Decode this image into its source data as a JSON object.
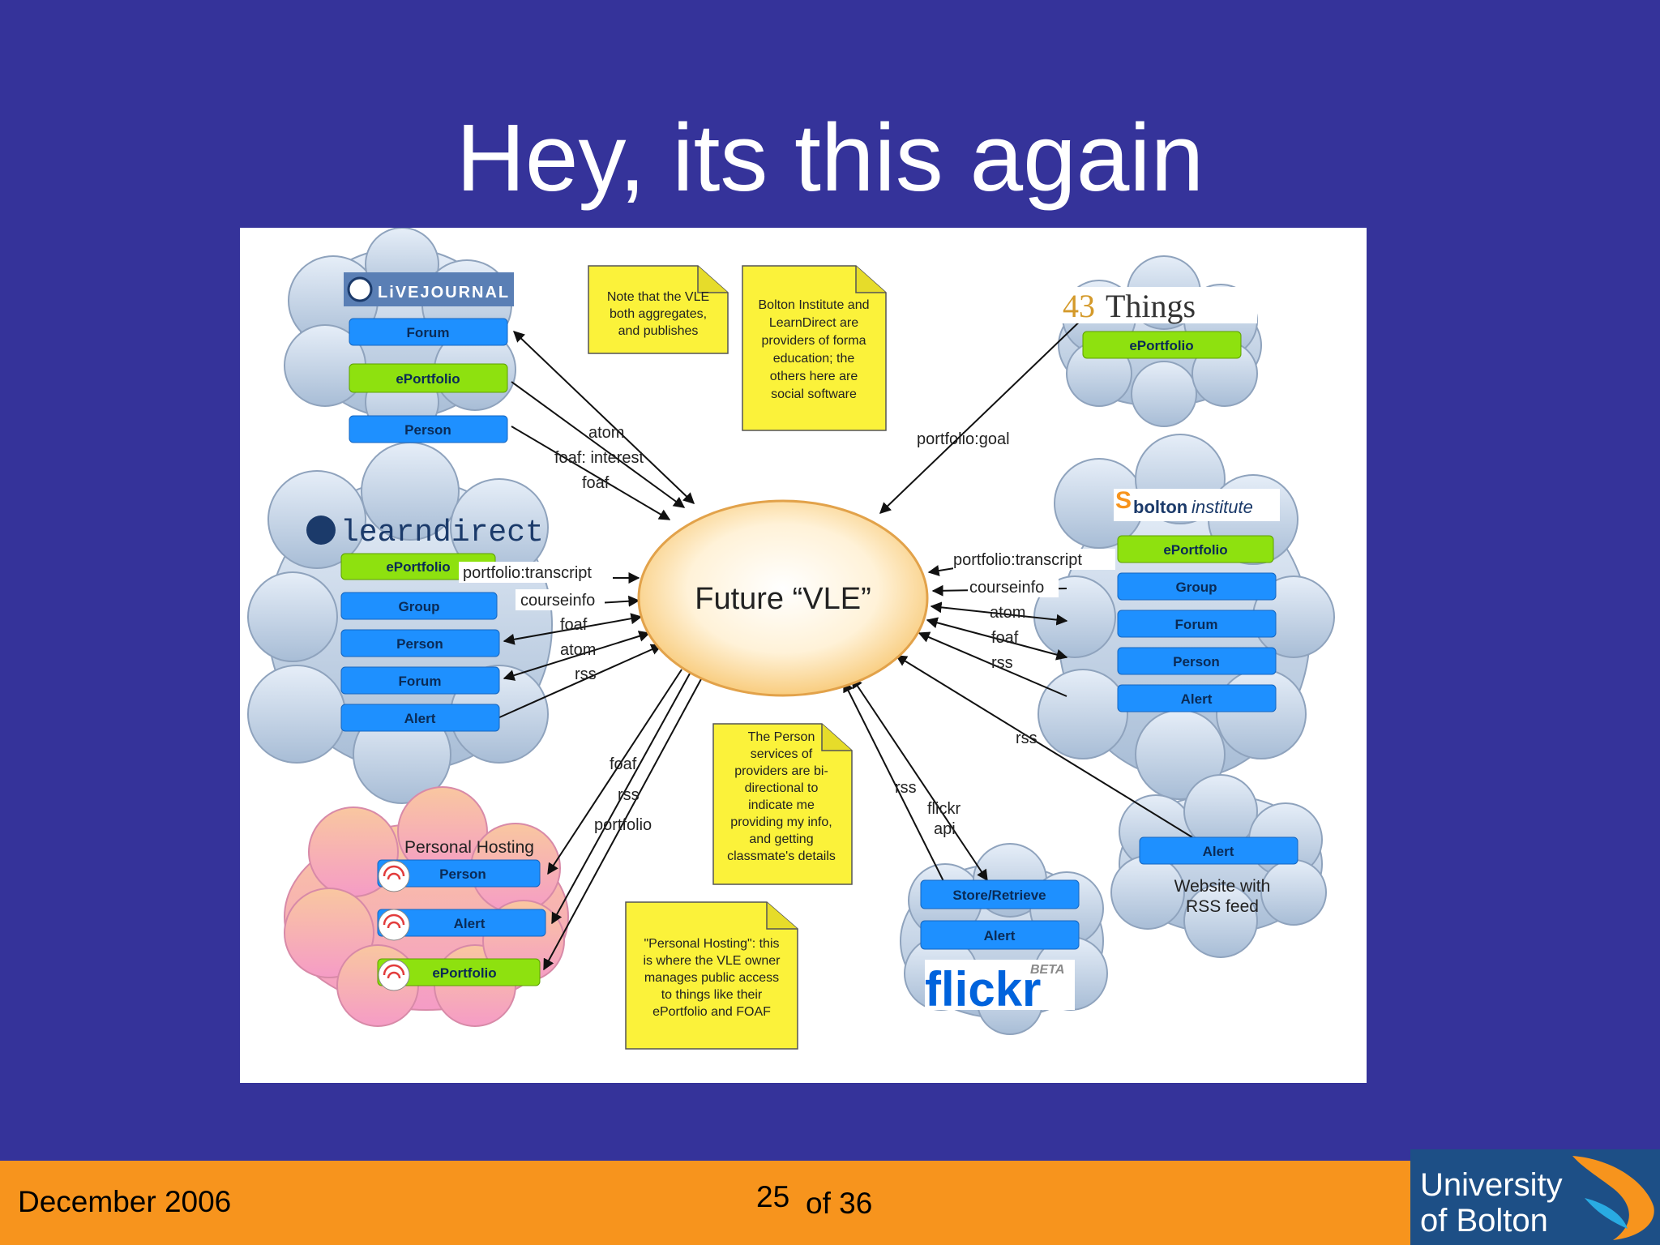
{
  "slide": {
    "title": "Hey, its this again",
    "footer_date": "December 2006",
    "page_number": "25",
    "page_total": "of 36"
  },
  "logo": {
    "line1": "University",
    "line2": "of Bolton"
  },
  "diagram": {
    "center": "Future “VLE”",
    "livejournal": {
      "logo": "LiVEJOURNAL",
      "items": [
        "Forum",
        "ePortfolio",
        "Person"
      ]
    },
    "learndirect": {
      "logo": "learndirect",
      "items": [
        "ePortfolio",
        "Group",
        "Person",
        "Forum",
        "Alert"
      ]
    },
    "personal_hosting": {
      "title": "Personal Hosting",
      "items": [
        "Person",
        "Alert",
        "ePortfolio"
      ]
    },
    "things43": {
      "logo_num": "43",
      "logo_word": "Things",
      "items": [
        "ePortfolio"
      ]
    },
    "bolton": {
      "logo_bold": "bolton",
      "logo_rest": "institute",
      "items": [
        "ePortfolio",
        "Group",
        "Forum",
        "Person",
        "Alert"
      ]
    },
    "website": {
      "items": [
        "Alert"
      ],
      "caption1": "Website with",
      "caption2": "RSS feed"
    },
    "flickr": {
      "items": [
        "Store/Retrieve",
        "Alert"
      ],
      "logo": "flickr",
      "beta": "BETA"
    },
    "notes": {
      "vle": [
        "Note that the VLE",
        "both aggregates,",
        "and publishes"
      ],
      "bolton": [
        "Bolton Institute and",
        "LearnDirect are",
        "providers of forma",
        "education; the",
        "others here are",
        "social software"
      ],
      "person": [
        "The Person",
        "services of",
        "providers are bi-",
        "directional to",
        "indicate me",
        "providing my info,",
        "and getting",
        "classmate's details"
      ],
      "hosting": [
        "\"Personal Hosting\": this",
        "is where the VLE owner",
        "manages public  access",
        "to things like their",
        "ePortfolio and FOAF"
      ]
    },
    "labels": {
      "lj_atom": "atom",
      "lj_foaf_interest": "foaf: interest",
      "lj_foaf": "foaf",
      "ld_transcript": "portfolio:transcript",
      "ld_courseinfo": "courseinfo",
      "ld_foaf": "foaf",
      "ld_atom": "atom",
      "ld_rss": "rss",
      "ph_foaf": "foaf",
      "ph_rss": "rss",
      "ph_portfolio": "portfolio",
      "t43_goal": "portfolio:goal",
      "bi_transcript": "portfolio:transcript",
      "bi_courseinfo": "courseinfo",
      "bi_atom": "atom",
      "bi_foaf": "foaf",
      "bi_rss": "rss",
      "web_rss": "rss",
      "fl_rss": "rss",
      "fl_flickr": "flickr",
      "fl_api": "api"
    }
  },
  "colors": {
    "background": "#35339a",
    "footer": "#f7941d",
    "blue_box": "#1e90ff",
    "green_box": "#8ee10f",
    "note": "#fbf23a",
    "cloud": "#c2d2e6",
    "pink_cloud": "#f6a6c8"
  }
}
